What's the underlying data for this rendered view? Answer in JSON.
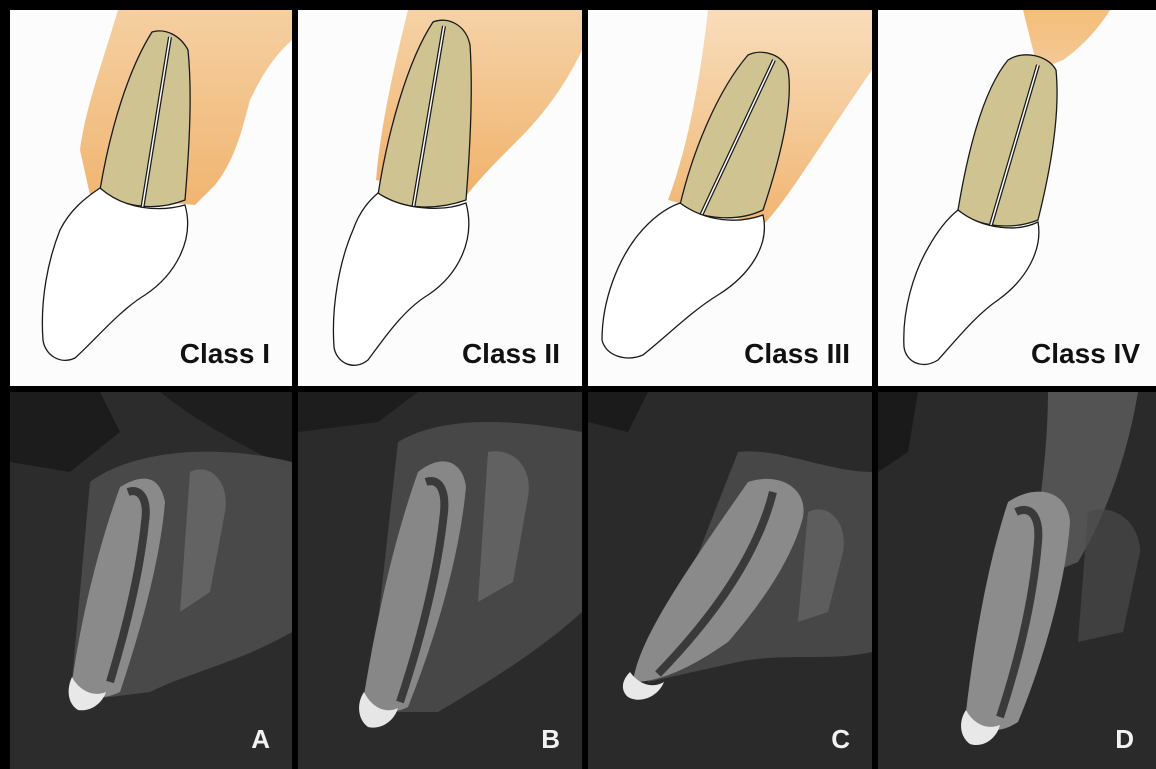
{
  "drawings": [
    {
      "label": "Class I"
    },
    {
      "label": "Class II"
    },
    {
      "label": "Class III"
    },
    {
      "label": "Class IV"
    }
  ],
  "ct_scans": [
    {
      "label": "A"
    },
    {
      "label": "B"
    },
    {
      "label": "C"
    },
    {
      "label": "D"
    }
  ],
  "colors": {
    "bone": "#f0b56a",
    "root": "#cfc392",
    "tooth_outline": "#1a1a1a",
    "background": "#fdfcfc",
    "ct_background": "#2a2a2a"
  }
}
